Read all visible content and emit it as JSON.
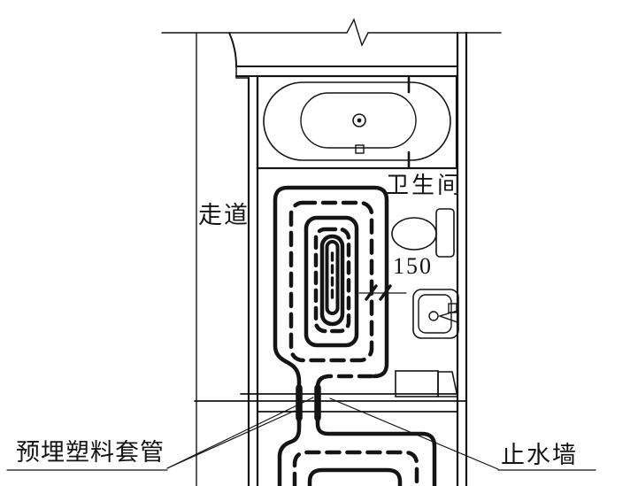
{
  "drawing": {
    "title_context": "bathroom floor-heating pipe layout plan detail",
    "labels": {
      "corridor": "走道",
      "bathroom": "卫生间",
      "pipe_spacing_dim": "150",
      "embedded_sleeve": "预埋塑料套管",
      "water_stop_wall": "止水墙"
    },
    "colors": {
      "line": "#141414",
      "background": "#ffffff"
    }
  }
}
